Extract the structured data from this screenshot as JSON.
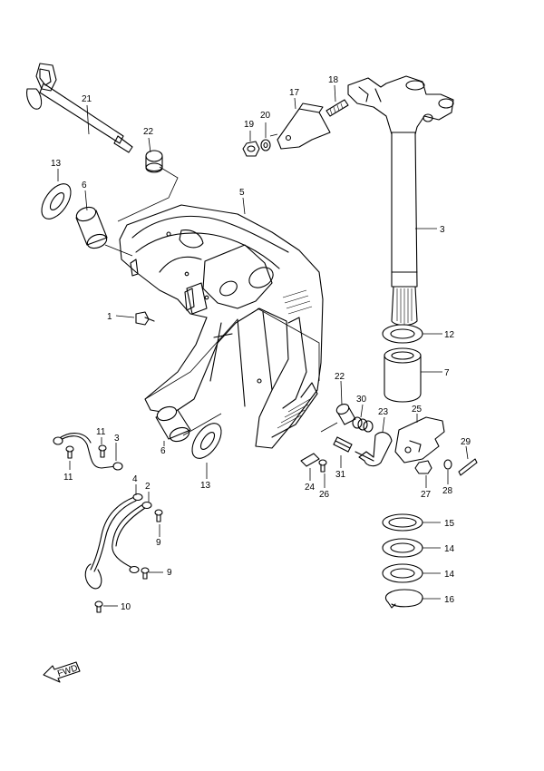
{
  "callouts": [
    {
      "id": "c21",
      "label": "21"
    },
    {
      "id": "c22a",
      "label": "22"
    },
    {
      "id": "c13a",
      "label": "13"
    },
    {
      "id": "c6a",
      "label": "6"
    },
    {
      "id": "c5",
      "label": "5"
    },
    {
      "id": "c19",
      "label": "19"
    },
    {
      "id": "c20",
      "label": "20"
    },
    {
      "id": "c17",
      "label": "17"
    },
    {
      "id": "c18",
      "label": "18"
    },
    {
      "id": "c3",
      "label": "3"
    },
    {
      "id": "c12",
      "label": "12"
    },
    {
      "id": "c7",
      "label": "7"
    },
    {
      "id": "c1",
      "label": "1"
    },
    {
      "id": "c22b",
      "label": "22"
    },
    {
      "id": "c30",
      "label": "30"
    },
    {
      "id": "c23",
      "label": "23"
    },
    {
      "id": "c25",
      "label": "25"
    },
    {
      "id": "c29",
      "label": "29"
    },
    {
      "id": "c11a",
      "label": "11"
    },
    {
      "id": "c3b",
      "label": "3"
    },
    {
      "id": "c11b",
      "label": "11"
    },
    {
      "id": "c6b",
      "label": "6"
    },
    {
      "id": "c13b",
      "label": "13"
    },
    {
      "id": "c24",
      "label": "24"
    },
    {
      "id": "c26",
      "label": "26"
    },
    {
      "id": "c31",
      "label": "31"
    },
    {
      "id": "c27",
      "label": "27"
    },
    {
      "id": "c28",
      "label": "28"
    },
    {
      "id": "c4",
      "label": "4"
    },
    {
      "id": "c2",
      "label": "2"
    },
    {
      "id": "c9a",
      "label": "9"
    },
    {
      "id": "c9b",
      "label": "9"
    },
    {
      "id": "c10",
      "label": "10"
    },
    {
      "id": "c15",
      "label": "15"
    },
    {
      "id": "c14a",
      "label": "14"
    },
    {
      "id": "c14b",
      "label": "14"
    },
    {
      "id": "c16",
      "label": "16"
    }
  ],
  "fwd_label": "FWD"
}
